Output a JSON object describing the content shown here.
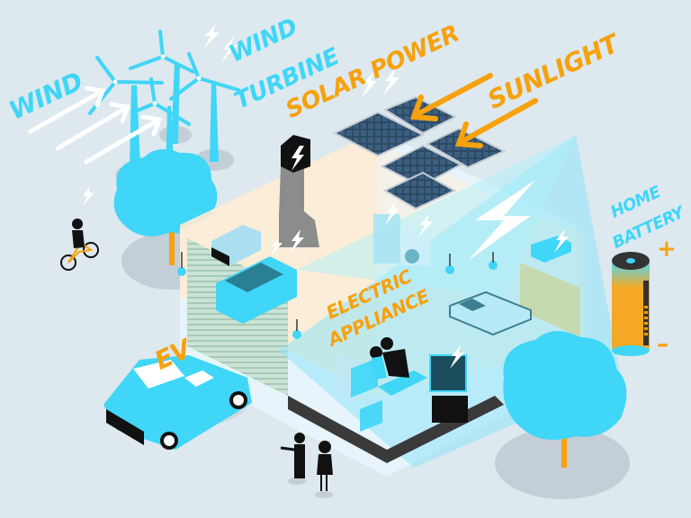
{
  "title": "Home energy system illustration",
  "labels": {
    "wind": "WIND",
    "wind_turbine_line1": "WIND",
    "wind_turbine_line2": "TURBINE",
    "solar_power": "SOLAR POWER",
    "sunlight": "SUNLIGHT",
    "home_battery_line1": "HOME",
    "home_battery_line2": "BATTERY",
    "electric_appliance_line1": "ELECTRIC",
    "electric_appliance_line2": "APPLIANCE",
    "ev": "EV",
    "battery_plus": "+",
    "battery_minus": "–"
  },
  "colors": {
    "background": "#dde8ef",
    "accent_blue": "#3fd6f7",
    "accent_orange": "#f7a10d",
    "house_wall_cream": "#fdecd3",
    "solar_panel_navy": "#2c4a66",
    "dark": "#111111",
    "shadow": "#c4ced6",
    "light_beam": "#8fe3f7"
  },
  "icons": {
    "lightning": "lightning-bolt-icon",
    "plus": "plus-icon",
    "minus": "minus-icon"
  }
}
